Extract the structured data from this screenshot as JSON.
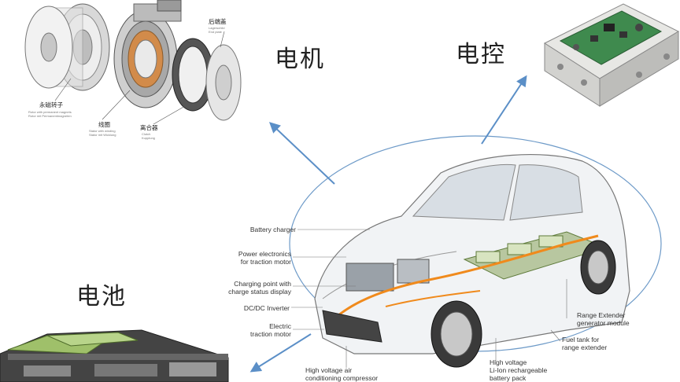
{
  "labels": {
    "motor": "电机",
    "controller": "电控",
    "battery": "电池"
  },
  "motor_parts": {
    "rotor": "永磁转子",
    "rotor_sub": "Rotor with permanent magnets\nRotor mit Permanentmagneten",
    "coil": "线圈",
    "coil_sub": "Stator with winding\nStator mit Wicklung",
    "clutch": "离合器",
    "clutch_sub": "Clutch\nKupplung",
    "rear_cover": "后端盖",
    "rear_cover_sub": "Lagerschild\nEnd plate"
  },
  "callouts": [
    "Battery charger",
    "Power electronics\nfor traction motor",
    "Charging point with\ncharge status display",
    "DC/DC Inverter",
    "Electric\ntraction motor",
    "High voltage air\nconditioning compressor",
    "Range Extender\ngenerator module",
    "Fuel tank for\nrange extender",
    "High voltage\nLi-Ion rechargeable\nbattery pack"
  ],
  "colors": {
    "arrow": "#5b8fc7",
    "ellipse": "#2f6fb0",
    "orange_wiring": "#f08a1c",
    "battery_green": "#9fc06a"
  }
}
